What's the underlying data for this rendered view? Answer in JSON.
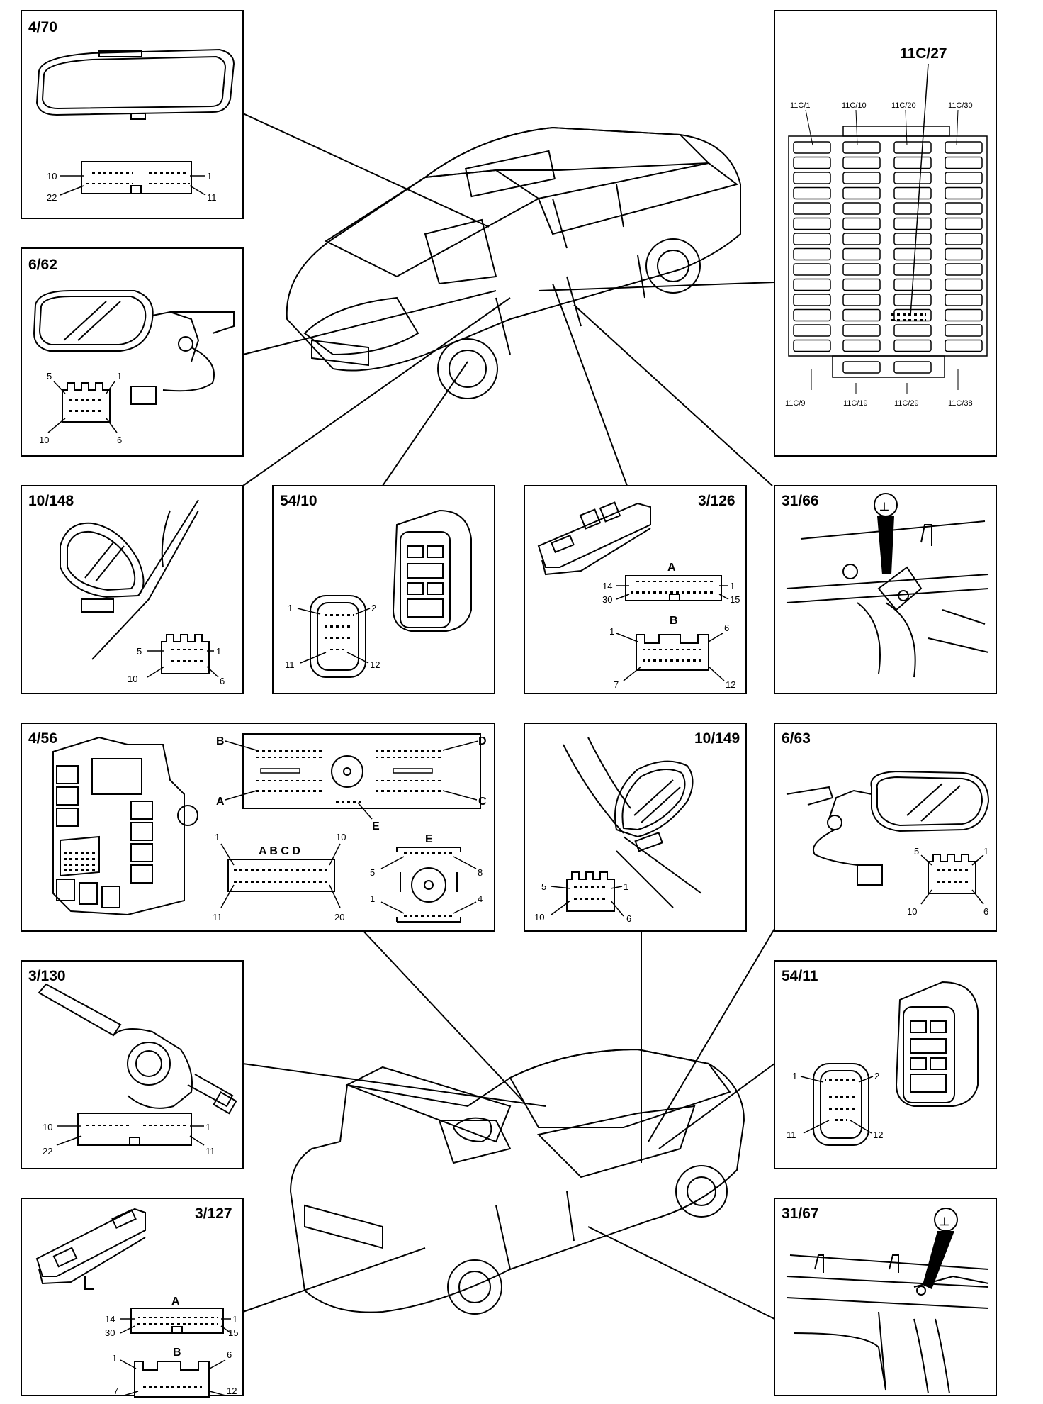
{
  "panels": {
    "p4_70": {
      "title": "4/70",
      "pins": {
        "a": "10",
        "b": "22",
        "c": "1",
        "d": "11"
      }
    },
    "p6_62": {
      "title": "6/62",
      "pins": {
        "a": "5",
        "b": "1",
        "c": "10",
        "d": "6"
      }
    },
    "p10_148": {
      "title": "10/148",
      "pins": {
        "a": "5",
        "b": "1",
        "c": "10",
        "d": "6"
      }
    },
    "p54_10": {
      "title": "54/10",
      "pins": {
        "a": "1",
        "b": "2",
        "c": "11",
        "d": "12"
      }
    },
    "p3_126": {
      "title": "3/126",
      "conn_a": "A",
      "conn_b": "B",
      "pins_a": {
        "a": "14",
        "b": "30",
        "c": "1",
        "d": "15"
      },
      "pins_b": {
        "a": "1",
        "b": "6",
        "c": "7",
        "d": "12"
      }
    },
    "p31_66": {
      "title": "31/66",
      "symbol": "⊥"
    },
    "p11c_27": {
      "title": "11C/27",
      "top": [
        "11C/1",
        "11C/10",
        "11C/20",
        "11C/30"
      ],
      "bottom": [
        "11C/9",
        "11C/19",
        "11C/29",
        "11C/38"
      ]
    },
    "p4_56": {
      "title": "4/56",
      "letters": {
        "a": "A",
        "b": "B",
        "c": "C",
        "d": "D",
        "e": "E"
      },
      "abcd": "A B C D",
      "e": "E",
      "pins": {
        "n1": "1",
        "n10": "10",
        "n11": "11",
        "n20": "20",
        "n5": "5",
        "n8": "8",
        "n1b": "1",
        "n4": "4"
      }
    },
    "p10_149": {
      "title": "10/149",
      "pins": {
        "a": "5",
        "b": "1",
        "c": "10",
        "d": "6"
      }
    },
    "p6_63": {
      "title": "6/63",
      "pins": {
        "a": "5",
        "b": "1",
        "c": "10",
        "d": "6"
      }
    },
    "p3_130": {
      "title": "3/130",
      "pins": {
        "a": "10",
        "b": "22",
        "c": "1",
        "d": "11"
      }
    },
    "p54_11": {
      "title": "54/11",
      "pins": {
        "a": "1",
        "b": "2",
        "c": "11",
        "d": "12"
      }
    },
    "p3_127": {
      "title": "3/127",
      "conn_a": "A",
      "conn_b": "B",
      "pins_a": {
        "a": "14",
        "b": "30",
        "c": "1",
        "d": "15"
      },
      "pins_b": {
        "a": "1",
        "b": "6",
        "c": "7",
        "d": "12"
      }
    },
    "p31_67": {
      "title": "31/67",
      "symbol": "⊥"
    }
  }
}
